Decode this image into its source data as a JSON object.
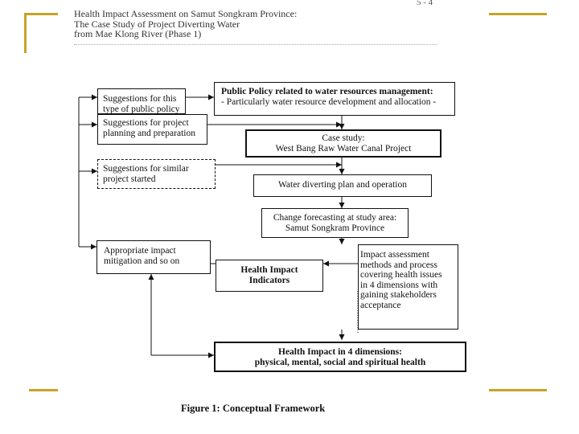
{
  "header": {
    "lines": [
      "Health Impact Assessment on Samut Songkram Province:",
      "The Case Study of Project Diverting Water",
      "from Mae Klong River (Phase 1)"
    ],
    "page_number": "5 - 4"
  },
  "diagram": {
    "public_policy": {
      "line1": "Public Policy related to water resources management:",
      "line2": "- Particularly water resource development and allocation -"
    },
    "suggest_policy": {
      "line1": "Suggestions for this",
      "line2": "type of public policy"
    },
    "suggest_project": {
      "line1": "Suggestions for project",
      "line2": "planning and preparation"
    },
    "suggest_similar": {
      "line1": "Suggestions for similar",
      "line2": "project started"
    },
    "case_study": {
      "line1": "Case study:",
      "line2": "West Bang Raw Water Canal Project"
    },
    "water_plan": {
      "line1": "Water diverting plan and operation"
    },
    "change_forecast": {
      "line1": "Change forecasting at study area:",
      "line2": "Samut Songkram Province"
    },
    "mitigation": {
      "line1": "Appropriate impact",
      "line2": "mitigation and so on"
    },
    "health_indicators": {
      "line1": "Health Impact",
      "line2": "Indicators"
    },
    "assessment_methods": {
      "lines": [
        "Impact assessment",
        "methods and process",
        "covering health issues",
        "in 4 dimensions with",
        "gaining stakeholders",
        "acceptance"
      ]
    },
    "health_impact": {
      "line1": "Health Impact in 4 dimensions:",
      "line2": "physical, mental, social and spiritual health"
    }
  },
  "caption": "Figure 1: Conceptual Framework",
  "colors": {
    "accent": "#c9a227"
  }
}
